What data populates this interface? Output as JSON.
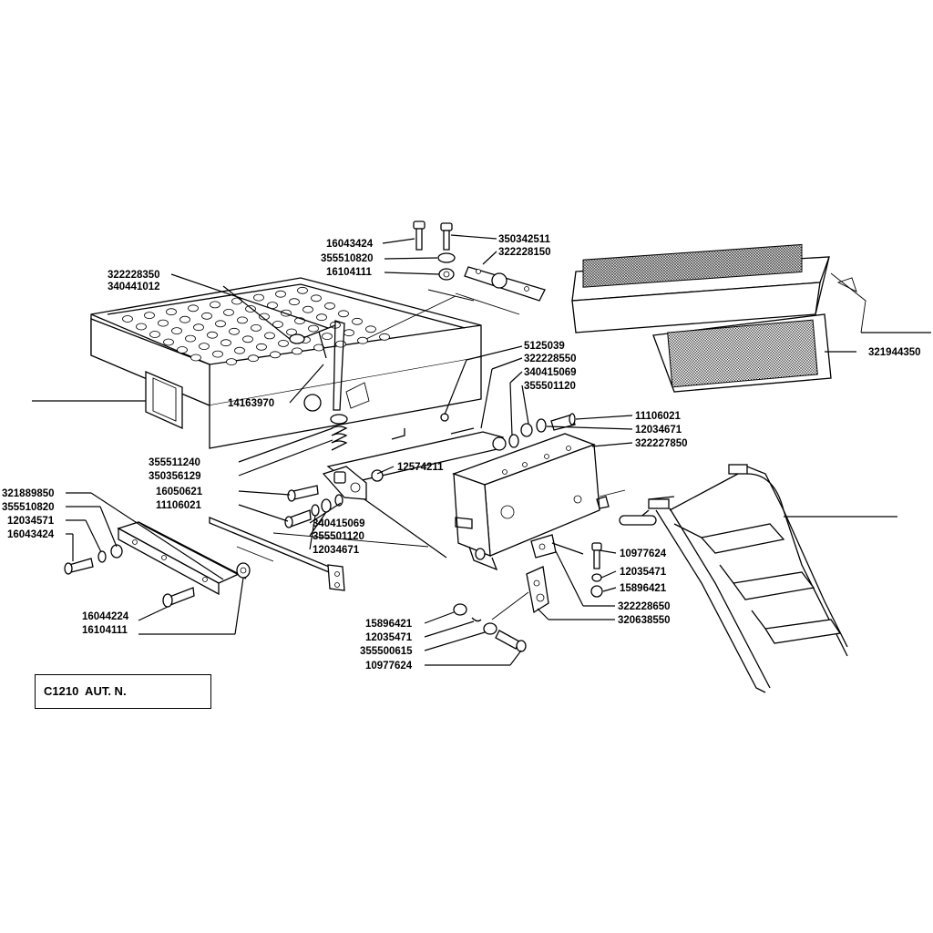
{
  "drawing_code": "C1210  AUT. N.",
  "labels": {
    "p16043424_top": "16043424",
    "p355510820_top": "355510820",
    "p16104111_top": "16104111",
    "p350342511": "350342511",
    "p322228150": "322228150",
    "p322228350": "322228350",
    "p340441012": "340441012",
    "p14163970": "14163970",
    "p5125039": "5125039",
    "p322228550": "322228550",
    "p340415069_r": "340415069",
    "p355501120_r": "355501120",
    "p11106021_r": "11106021",
    "p12034671_r": "12034671",
    "p322227850": "322227850",
    "p321944350": "321944350",
    "p355511240": "355511240",
    "p350356129": "350356129",
    "p12574211": "12574211",
    "p16050621": "16050621",
    "p11106021_l": "11106021",
    "p340415069_l": "340415069",
    "p355501120_l": "355501120",
    "p12034671_l": "12034671",
    "p321889850": "321889850",
    "p355510820_l": "355510820",
    "p12034571": "12034571",
    "p16043424_l": "16043424",
    "p16044224": "16044224",
    "p16104111_l": "16104111",
    "p10977624_r": "10977624",
    "p12035471_r": "12035471",
    "p15896421_r": "15896421",
    "p322228650": "322228650",
    "p320638550": "320638550",
    "p15896421_b": "15896421",
    "p12035471_b": "12035471",
    "p355500615": "355500615",
    "p10977624_b": "10977624"
  }
}
